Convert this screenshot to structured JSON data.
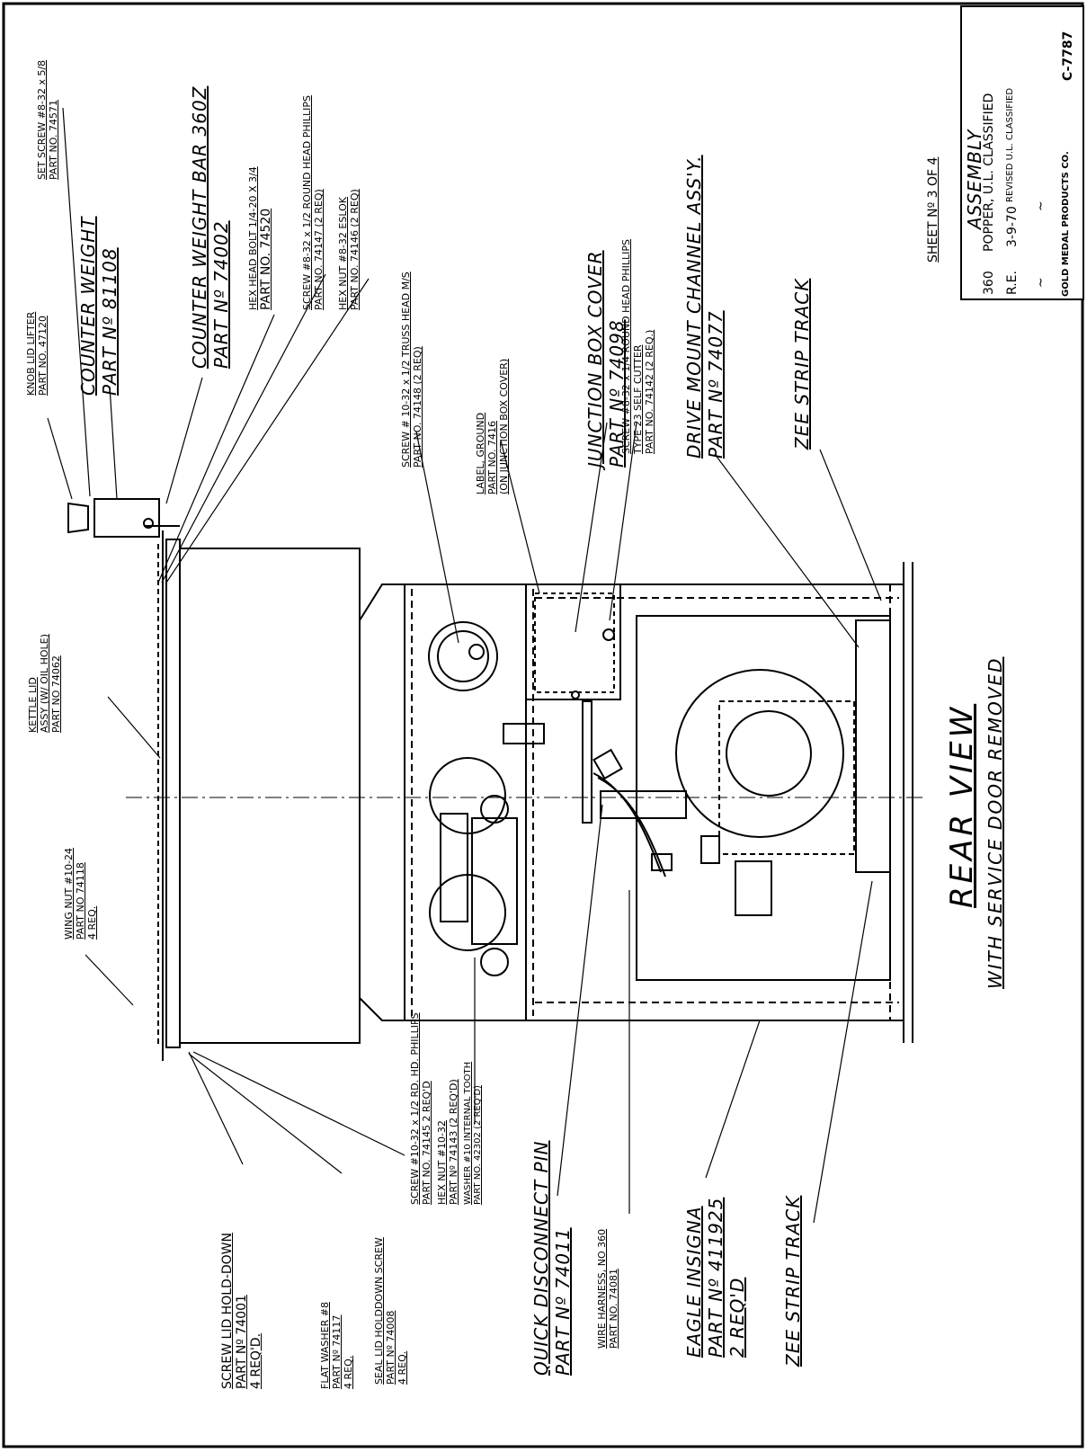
{
  "title_block": {
    "sheet": "SHEET Nº 3 OF 4",
    "title": "ASSEMBLY",
    "model": "360",
    "description": "POPPER, U.L. CLASSIFIED",
    "drawn_by": "R.E.",
    "date": "3-9-70",
    "revision": "REVISED U.L. CLASSIFIED",
    "scale": "~",
    "material": "~",
    "company": "GOLD MEDAL PRODUCTS CO.",
    "drawing_no": "C-7787"
  },
  "view": {
    "title": "REAR VIEW",
    "subtitle": "WITH SERVICE DOOR REMOVED"
  },
  "callouts": {
    "set_screw": [
      "SET SCREW #8-32 x 5/8",
      "PART NO. 74571"
    ],
    "knob": [
      "KNOB LID LIFTER",
      "PART NO. 47120"
    ],
    "counter_weight": [
      "COUNTER WEIGHT",
      "PART Nº 81108"
    ],
    "counter_weight_bar": [
      "COUNTER WEIGHT BAR 360Z",
      "PART Nº 74002"
    ],
    "hex_bolt": [
      "HEX HEAD BOLT 1/4-20 X 3/4",
      "PART NO. 74520"
    ],
    "screw_832": [
      "SCREW #8-32 x 1/2 ROUND HEAD PHILLIPS",
      "PART NO. 74147 (2 REQ)"
    ],
    "hex_nut_832": [
      "HEX NUT #8-32 ESLOK",
      "PART NO. 74146 (2 REQ)"
    ],
    "kettle_lid": [
      "KETTLE LID",
      "ASSY (W/ OIL HOLE)",
      "PART NO 74062"
    ],
    "wing_nut": [
      "WING NUT #10-24",
      "PART NO 74118",
      "4 REQ."
    ],
    "screw_truss": [
      "SCREW # 10-32 x 1/2 TRUSS HEAD M/S",
      "PART NO. 74148 (2 REQ)"
    ],
    "label_ground": [
      "LABEL, GROUND",
      "PART NO. 7416",
      "(ON JUNCTION BOX COVER)"
    ],
    "junction_box": [
      "JUNCTION BOX COVER",
      "PART Nº 74098"
    ],
    "junction_screw": [
      "SCREW #8-32 x 1/4 ROUND HEAD PHILLIPS",
      "TYPE 23 SELF CUTTER",
      "PART NO. 74142 (2 REQ.)"
    ],
    "drive_mount": [
      "DRIVE MOUNT CHANNEL ASS'Y.",
      "PART Nº 74077"
    ],
    "zee_top": [
      "ZEE STRIP TRACK"
    ],
    "screw_lid": [
      "SCREW LID HOLD-DOWN",
      "PART Nº 74001",
      "4 REQ'D."
    ],
    "flat_washer": [
      "FLAT WASHER #8",
      "PART Nº 74117",
      "4 REQ."
    ],
    "seal_lid": [
      "SEAL LID HOLDDOWN SCREW",
      "PART Nº 74008",
      "4 REQ."
    ],
    "screw_1032": [
      "SCREW #10-32 x 1/2 RD. HD. PHILLIPS",
      "PART NO. 74145 2 REQ'D"
    ],
    "hex_nut_1032": [
      "HEX NUT #10-32",
      "PART Nº 74143 (2 REQ'D)"
    ],
    "washer": [
      "WASHER #10 INTERNAL TOOTH",
      "PART NO. 42302 (2 REQ'D)"
    ],
    "quick_disconnect": [
      "QUICK DISCONNECT PIN",
      "PART Nº 74011"
    ],
    "wire_harness": [
      "WIRE HARNESS, NO 360",
      "PART NO. 74081"
    ],
    "eagle": [
      "EAGLE INSIGNA",
      "PART Nº 411925",
      "2 REQ'D"
    ],
    "zee_bottom": [
      "ZEE STRIP TRACK"
    ]
  }
}
